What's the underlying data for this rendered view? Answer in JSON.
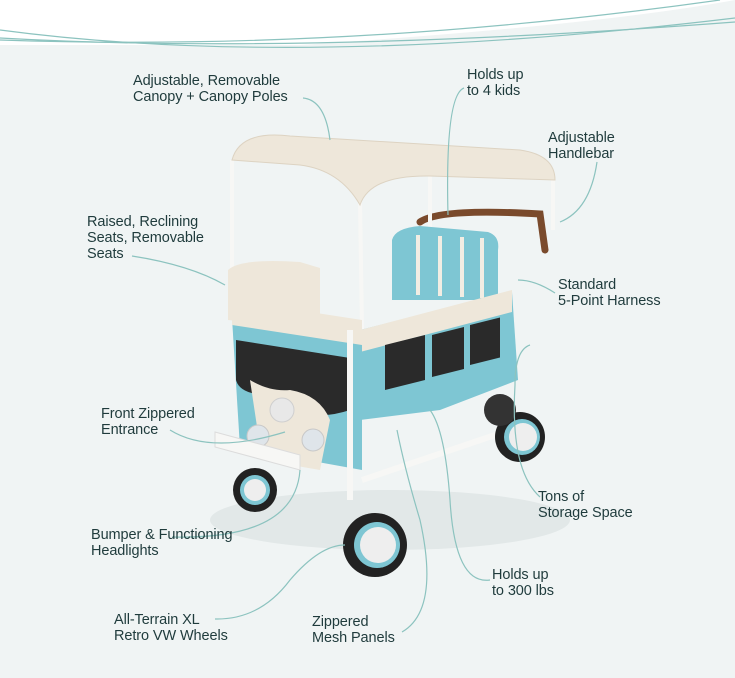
{
  "labels": {
    "canopy": [
      "Adjustable, Removable",
      "Canopy + Canopy Poles"
    ],
    "kids": [
      "Holds up",
      "to 4 kids"
    ],
    "handlebar": [
      "Adjustable",
      "Handlebar"
    ],
    "seats": [
      "Raised, Reclining",
      "Seats, Removable",
      "Seats"
    ],
    "harness": [
      "Standard",
      "5-Point Harness"
    ],
    "entrance": [
      "Front Zippered",
      "Entrance"
    ],
    "storage": [
      "Tons of",
      "Storage Space"
    ],
    "bumper": [
      "Bumper & Functioning",
      "Headlights"
    ],
    "weight": [
      "Holds up",
      "to 300 lbs"
    ],
    "wheels": [
      "All-Terrain XL",
      "Retro VW Wheels"
    ],
    "mesh": [
      "Zippered",
      "Mesh Panels"
    ]
  },
  "colors": {
    "background": "#f0f4f4",
    "text": "#1f3b3c",
    "connector": "#8cc3bf",
    "wagon_blue": "#7ec6d3",
    "canopy_beige": "#eee7da"
  }
}
